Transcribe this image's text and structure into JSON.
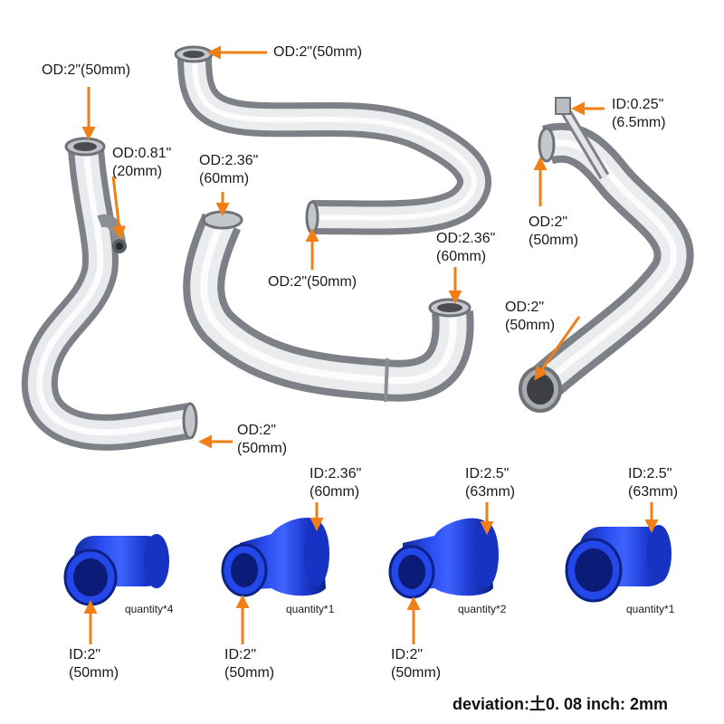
{
  "colors": {
    "background": "#ffffff",
    "arrow": "#f07f16",
    "chrome_dark": "#7a7d82",
    "chrome_light": "#f3f4f6",
    "silicone_blue": "#1f3fd6",
    "silicone_dark": "#0a1f8a"
  },
  "labels": {
    "pipe1_top": [
      "OD:2\"(50mm)"
    ],
    "pipe2_top": [
      "OD:2\"(50mm)"
    ],
    "pipe1_side": [
      "OD:0.81\"",
      "(20mm)"
    ],
    "pipe3_top": [
      "OD:2.36\"",
      "(60mm)"
    ],
    "pipe2_bottom": [
      "OD:2\"(50mm)"
    ],
    "pipe3_right": [
      "OD:2.36\"",
      "(60mm)"
    ],
    "pipe4_tube": [
      "ID:0.25\"",
      "(6.5mm)"
    ],
    "pipe4_top": [
      "OD:2\"",
      "(50mm)"
    ],
    "pipe4_bottom": [
      "OD:2\"",
      "(50mm)"
    ],
    "pipe1_bottom": [
      "OD:2\"",
      "(50mm)"
    ],
    "coupler2_top": [
      "ID:2.36\"",
      "(60mm)"
    ],
    "coupler3_top": [
      "ID:2.5\"",
      "(63mm)"
    ],
    "coupler4_top": [
      "ID:2.5\"",
      "(63mm)"
    ],
    "coupler1_bottom": [
      "ID:2\"",
      "(50mm)"
    ],
    "coupler2_bottom": [
      "ID:2\"",
      "(50mm)"
    ],
    "coupler3_bottom": [
      "ID:2\"",
      "(50mm)"
    ]
  },
  "quantities": {
    "coupler1": "quantity*4",
    "coupler2": "quantity*1",
    "coupler3": "quantity*2",
    "coupler4": "quantity*1"
  },
  "footer": {
    "deviation": "deviation:土0. 08 inch: 2mm"
  }
}
